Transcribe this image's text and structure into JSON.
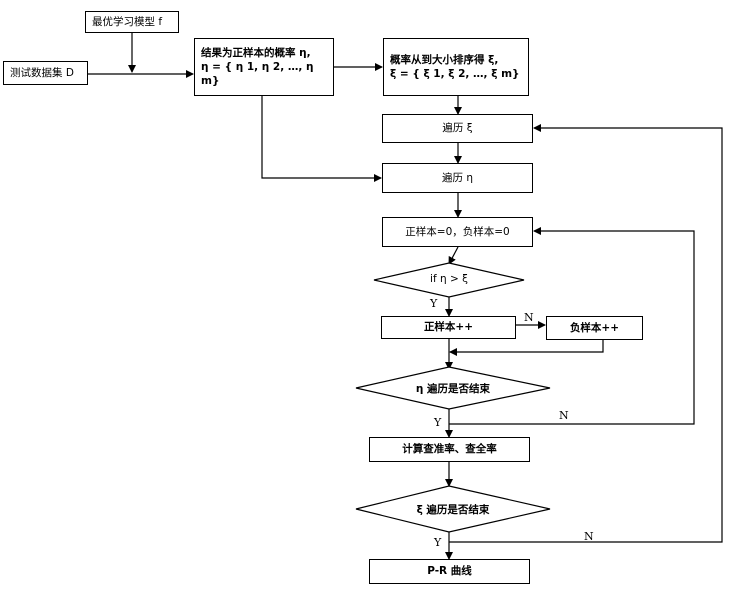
{
  "nodes": {
    "model": "最优学习模型 f",
    "dataset": "测试数据集 D",
    "prob_line1": "结果为正样本的概率 η,",
    "prob_line2": "η = { η 1, η 2, …, η m}",
    "sort_line1": "概率从到大小排序得 ξ,",
    "sort_line2": "ξ = { ξ 1, ξ 2, …, ξ m}",
    "iter_xi": "遍历 ξ",
    "iter_eta": "遍历 η",
    "init": "正样本=0，负样本=0",
    "cond": "if  η > ξ",
    "pos_inc": "正样本++",
    "neg_inc": "负样本++",
    "eta_done": "η 遍历是否结束",
    "compute": "计算查准率、查全率",
    "xi_done": "ξ 遍历是否结束",
    "pr": "P-R 曲线"
  },
  "labels": {
    "y1": "Y",
    "n1": "N",
    "y2": "Y",
    "n2": "N",
    "y3": "Y",
    "n3": "N"
  }
}
